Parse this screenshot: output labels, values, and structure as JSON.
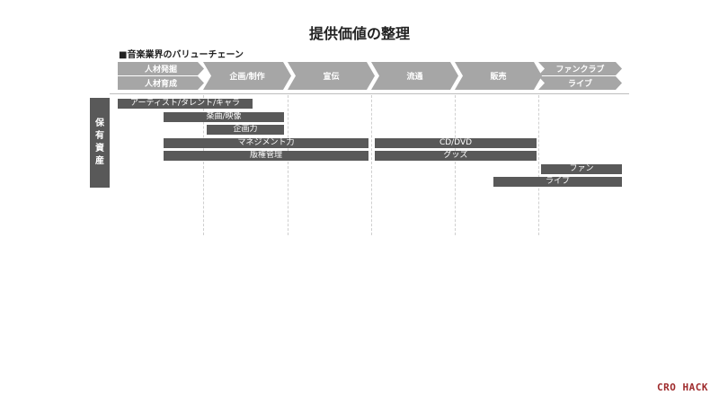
{
  "title": "提供価値の整理",
  "value_chain": {
    "label": "■音楽業界のバリューチェーン",
    "stages": {
      "talent_discovery": "人材発掘",
      "talent_training": "人材育成",
      "planning_production": "企画/制作",
      "promotion": "宣伝",
      "distribution": "流通",
      "sales": "販売",
      "fan_club": "ファンクラブ",
      "live": "ライブ"
    }
  },
  "assets": {
    "label": [
      "保",
      "有",
      "資",
      "産"
    ],
    "items": {
      "artist_talent": "アーティスト/タレント/キャラ",
      "music_video": "楽曲/映像",
      "planning_power": "企画力",
      "management_power": "マネジメント力",
      "cd_dvd": "CD/DVD",
      "rights_management": "版権管理",
      "goods": "グッズ",
      "fan": "ファン",
      "live": "ライブ"
    }
  },
  "logo": "CRO HACK",
  "colors": {
    "chevron": "#a6a6a6",
    "bar": "#595959",
    "assets_label": "#595959",
    "logo": "#9e2a2b"
  }
}
